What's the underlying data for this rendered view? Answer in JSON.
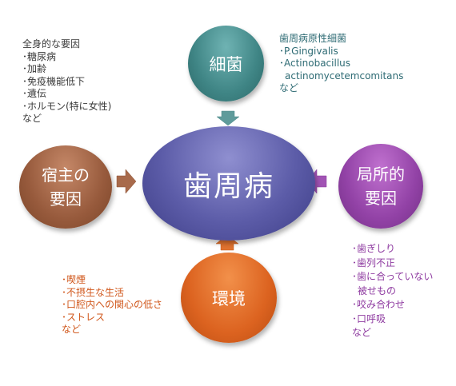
{
  "center": {
    "label": "歯周病"
  },
  "nodes": {
    "bacteria": {
      "label": "細菌"
    },
    "host": {
      "line1": "宿主の",
      "line2": "要因"
    },
    "local": {
      "line1": "局所的",
      "line2": "要因"
    },
    "environment": {
      "label": "環境"
    }
  },
  "notes": {
    "host": [
      "全身的な要因",
      "･糖尿病",
      "･加齢",
      "･免疫機能低下",
      "･遺伝",
      "･ホルモン(特に女性)",
      "など"
    ],
    "bacteria": [
      "歯周病原性細菌",
      "･P.Gingivalis",
      "･Actinobacillus",
      "actinomycetemcomitans",
      "など"
    ],
    "local": [
      "･歯ぎしり",
      "･歯列不正",
      "･歯に合っていない",
      "被せもの",
      "･咬み合わせ",
      "･口呼吸",
      "など"
    ],
    "environment": [
      "･喫煙",
      "･不摂生な生活",
      "･口腔内への関心の低さ",
      "･ストレス",
      "など"
    ]
  },
  "colors": {
    "center": "#5c5ca8",
    "bacteria": "#3f8585",
    "host": "#975a3c",
    "local": "#9242a6",
    "environment": "#dc6320"
  }
}
